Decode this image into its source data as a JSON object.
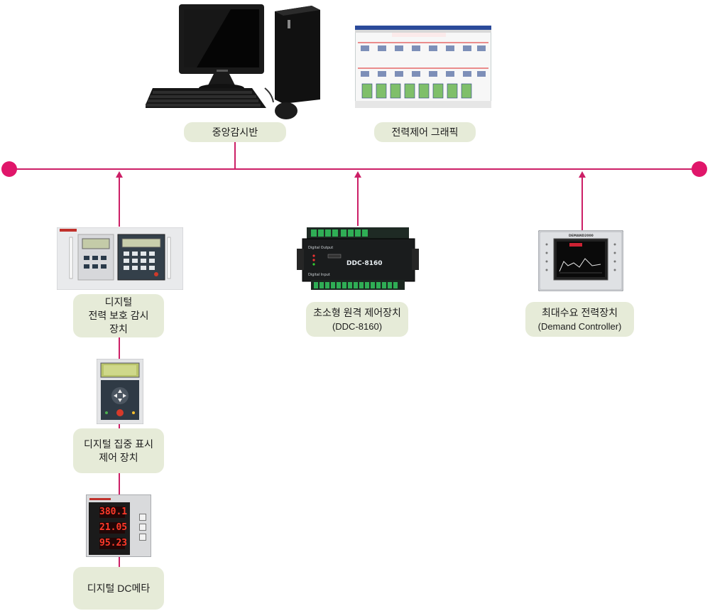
{
  "labels": {
    "central_monitor": "중앙감시반",
    "power_graphic": "전력제어 그래픽",
    "protection_monitor": [
      "디지털",
      "전력 보호 감시",
      "장치"
    ],
    "remote_control": [
      "초소형 원격 제어장치",
      "(DDC-8160)"
    ],
    "demand_controller": [
      "최대수요 전력장치",
      "(Demand Controller)"
    ],
    "central_display": [
      "디지털 집중 표시",
      "제어 장치"
    ],
    "dc_meter": "디지털 DC메타"
  },
  "device_text": {
    "ddc_model": "DDC-8160",
    "ddc_digital_output": "Digital Output",
    "ddc_digital_input": "Digital Input",
    "demand_brand": "DEMAND2000",
    "meter_readings": [
      "380.1",
      "21.05",
      "95.23"
    ]
  },
  "colors": {
    "line": "#cc1f66",
    "dot": "#e0166a",
    "label_bg": "#e6ebd8"
  }
}
